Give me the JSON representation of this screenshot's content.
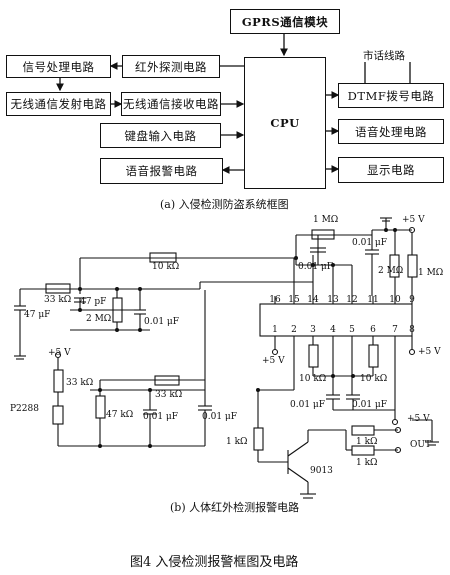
{
  "block_diagram": {
    "gprs": "GPRS通信模块",
    "phone_line": "市话线路",
    "signal_proc": "信号处理电路",
    "ir_detect": "红外探测电路",
    "wireless_tx": "无线通信发射电路",
    "wireless_rx": "无线通信接收电路",
    "keyboard": "键盘输入电路",
    "voice_alarm": "语音报警电路",
    "cpu": "CPU",
    "dtmf": "DTMF拨号电路",
    "voice_proc": "语音处理电路",
    "display": "显示电路",
    "caption": "(a) 入侵检测防盗系统框图"
  },
  "circuit": {
    "r_1m_top": "1 MΩ",
    "r_10k_top": "10 kΩ",
    "c_001_top": "0.01 μF",
    "c_001_right": "0.01 μF",
    "r_2m_right": "2 MΩ",
    "r_1m_right": "1 MΩ",
    "vcc_top": "+5 V",
    "r_33k_left": "33 kΩ",
    "c_47p": "47 pF",
    "c_47u": "47 μF",
    "r_2m_left": "2 MΩ",
    "c_001_left": "0.01 μF",
    "pins_top": [
      "16",
      "15",
      "14",
      "13",
      "12",
      "11",
      "10",
      "9"
    ],
    "pins_bottom": [
      "1",
      "2",
      "3",
      "4",
      "5",
      "6",
      "7",
      "8"
    ],
    "vcc_pin1": "+5 V",
    "vcc_pin8": "+5 V",
    "vcc_left": "+5 V",
    "r_33k_a": "33 kΩ",
    "r_33k_b": "33 kΩ",
    "sensor": "P2288",
    "r_47k": "47 kΩ",
    "c_001_mid": "0.01 μF",
    "c_001_mid2": "0.01 μF",
    "r_10k_a": "10 kΩ",
    "r_10k_b": "10 kΩ",
    "c_001_low_a": "0.01 μF",
    "c_001_low_b": "0.01 μF",
    "vcc_out": "+5 V",
    "r_1k_base": "1 kΩ",
    "r_1k_a": "1 kΩ",
    "r_1k_b": "1 kΩ",
    "out_label": "OUT",
    "transistor": "9013",
    "caption": "(b) 人体红外检测报警电路"
  },
  "figure_caption": "图4   入侵检测报警框图及电路"
}
